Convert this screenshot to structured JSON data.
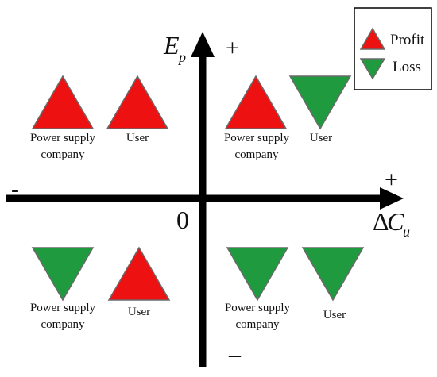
{
  "colors": {
    "profit": "#ee1111",
    "loss": "#1f9a3f",
    "shape_stroke": "#6a6a6a",
    "axis": "#000000"
  },
  "legend": {
    "profit_label": "Profit",
    "loss_label": "Loss"
  },
  "axes": {
    "y_var": "E",
    "y_sub": "p",
    "x_prefix": "Δ",
    "x_var": "C",
    "x_sub": "u",
    "origin": "0",
    "y_plus": "+",
    "y_minus": "–",
    "x_plus": "+",
    "x_minus": "-"
  },
  "quadrants": {
    "q2": {
      "company_label_1": "Power supply",
      "company_label_2": "company",
      "company_outcome": "profit",
      "user_label": "User",
      "user_outcome": "profit"
    },
    "q1": {
      "company_label_1": "Power supply",
      "company_label_2": "company",
      "company_outcome": "profit",
      "user_label": "User",
      "user_outcome": "loss"
    },
    "q3": {
      "company_label_1": "Power supply",
      "company_label_2": "company",
      "company_outcome": "loss",
      "user_label": "User",
      "user_outcome": "profit"
    },
    "q4": {
      "company_label_1": "Power supply",
      "company_label_2": "company",
      "company_outcome": "loss",
      "user_label": "User",
      "user_outcome": "loss"
    }
  }
}
